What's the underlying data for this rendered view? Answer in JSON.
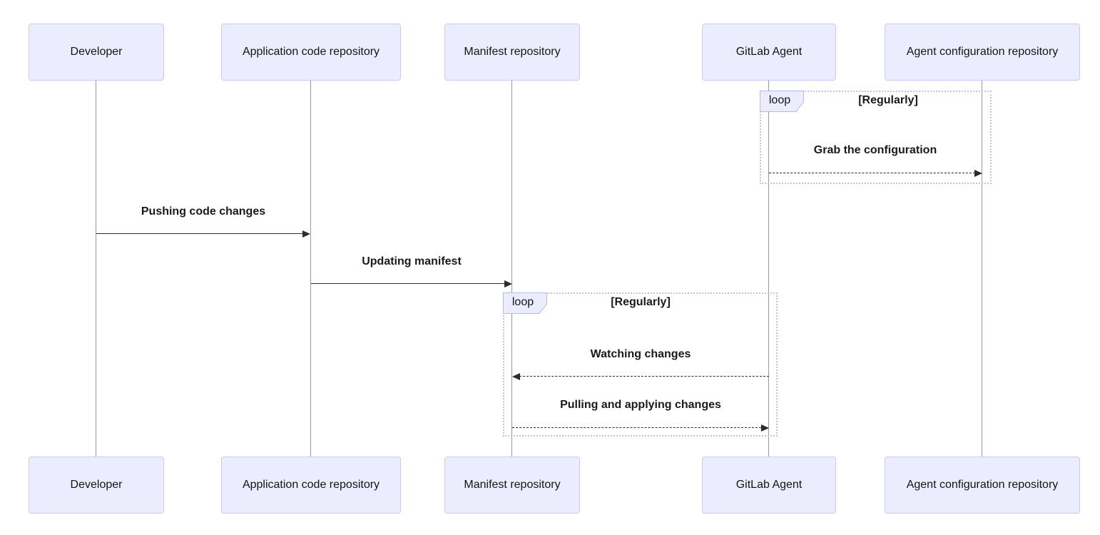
{
  "diagram": {
    "type": "sequence",
    "participants": [
      {
        "id": "developer",
        "label": "Developer"
      },
      {
        "id": "app-code-repo",
        "label": "Application code repository"
      },
      {
        "id": "manifest-repo",
        "label": "Manifest repository"
      },
      {
        "id": "gitlab-agent",
        "label": "GitLab Agent"
      },
      {
        "id": "agent-config-repo",
        "label": "Agent configuration repository"
      }
    ],
    "loops": [
      {
        "keyword": "loop",
        "condition": "[Regularly]"
      },
      {
        "keyword": "loop",
        "condition": "[Regularly]"
      }
    ],
    "messages": [
      {
        "label": "Grab the configuration",
        "from": "gitlab-agent",
        "to": "agent-config-repo",
        "style": "dashed",
        "direction": "right"
      },
      {
        "label": "Pushing code changes",
        "from": "developer",
        "to": "app-code-repo",
        "style": "solid",
        "direction": "right"
      },
      {
        "label": "Updating manifest",
        "from": "app-code-repo",
        "to": "manifest-repo",
        "style": "solid",
        "direction": "right"
      },
      {
        "label": "Watching changes",
        "from": "gitlab-agent",
        "to": "manifest-repo",
        "style": "dashed",
        "direction": "left"
      },
      {
        "label": "Pulling and applying changes",
        "from": "manifest-repo",
        "to": "gitlab-agent",
        "style": "dashed",
        "direction": "right"
      }
    ],
    "colors": {
      "actor_fill": "#ECECFF",
      "actor_border": "#CBCBF0",
      "loop_border": "#C4C4E2",
      "line": "#2B2B2B",
      "lifeline": "#9A9A9A",
      "text": "#1A1A1A",
      "background": "#FFFFFF"
    }
  }
}
